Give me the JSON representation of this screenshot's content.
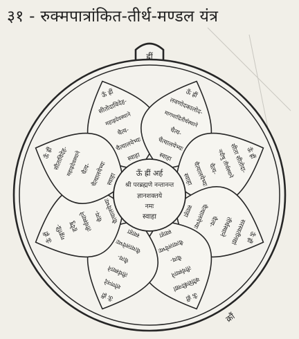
{
  "title": "३१ - रुक्मपात्रांकित-तीर्थ-मण्डल यंत्र",
  "top_knob_text": "ह्रीं",
  "corner_mark": "क्रौं",
  "center": {
    "lines": [
      "ऊँ ह्रीं अर्ह",
      "श्री परब्रह्मणे नन्तानन्त",
      "ज्ञानशक्तये",
      "नमः",
      "स्वाहा"
    ]
  },
  "petals": [
    {
      "lines": [
        "ऊँ ह्रीं",
        "सीतोदाविदेह-",
        "महाह्रदेवस्थाने",
        "चैत्य-",
        "चैत्यालयेभ्यः",
        "स्वाहा"
      ]
    },
    {
      "lines": [
        "ऊँ ह्रीं",
        "लवणोदकालोद-",
        "मागधादितीर्थस्थाने",
        "चैत्य-",
        "चैत्यालयेभ्यः",
        "स्वाहा"
      ]
    },
    {
      "lines": [
        "ऊँ ह्रीं",
        "सीता सीतोदा-",
        "नदीषु तीर्थस्थाने",
        "चैत्य-",
        "चैत्यालयेभ्यः",
        "स्वाहा"
      ]
    },
    {
      "lines": [
        "ऊँ ह्रीं",
        "सरस्वतीनद्यां",
        "तीर्थस्थाने",
        "चैत्य-",
        "चैत्यालयेभ्यः",
        "स्वाहा"
      ]
    },
    {
      "lines": [
        "ऊँ ह्रीं",
        "कौशिकीनद्यां",
        "तीर्थस्थाने",
        "चैत्य-",
        "चैत्यालयेभ्यः",
        "स्वाहा"
      ]
    },
    {
      "lines": [
        "ऊँ ह्रीं",
        "शोणनदे",
        "तीर्थस्थाने",
        "चैत्य-",
        "चैत्यालयेभ्यः",
        "स्वाहा"
      ]
    },
    {
      "lines": [
        "ऊँ ह्रीं",
        "गङ्गाद्रि-",
        "हृदेषु",
        "तीर्थस्थाने",
        "चैत्य-",
        "चैत्यालयेभ्यः"
      ]
    },
    {
      "lines": [
        "ऊँ ह्रीं",
        "सीताविदेह-",
        "महाह्रदेवस्थाने",
        "चैत्य-",
        "चैत्यालयेभ्यः",
        "स्वाहा"
      ]
    }
  ]
}
